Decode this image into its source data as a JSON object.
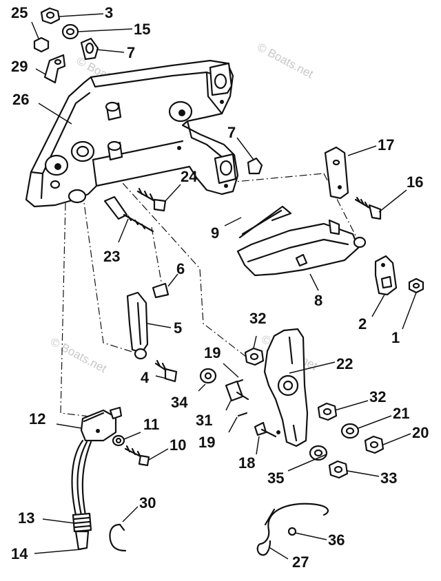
{
  "watermarks": [
    "© Boats.net",
    "© Boats.net",
    "© Boats.net",
    "© Boats.net"
  ],
  "callouts": {
    "c1": "1",
    "c2": "2",
    "c3": "3",
    "c4": "4",
    "c5": "5",
    "c6": "6",
    "c7a": "7",
    "c7b": "7",
    "c8": "8",
    "c9": "9",
    "c10": "10",
    "c11": "11",
    "c12": "12",
    "c13": "13",
    "c14": "14",
    "c15": "15",
    "c16": "16",
    "c17": "17",
    "c19a": "19",
    "c19b": "19",
    "c20": "20",
    "c21": "21",
    "c22": "22",
    "c23": "23",
    "c24": "24",
    "c25": "25",
    "c26": "26",
    "c27": "27",
    "c29": "29",
    "c30": "30",
    "c31": "31",
    "c32a": "32",
    "c32b": "32",
    "c33": "33",
    "c34": "34",
    "c35": "35",
    "c36": "36",
    "c18": "18"
  }
}
